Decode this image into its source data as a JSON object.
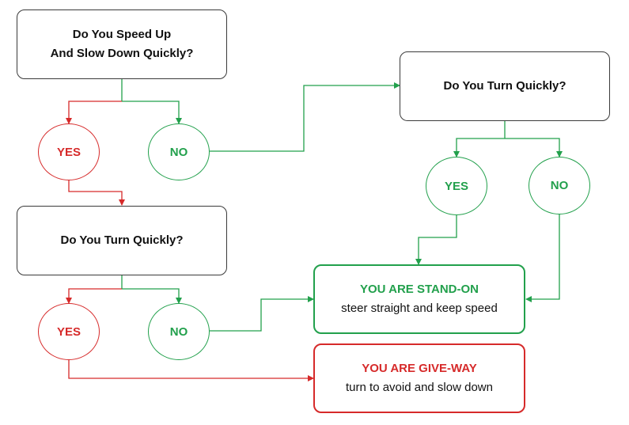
{
  "colors": {
    "red": "#d62a2a",
    "green": "#22a04c",
    "border": "#3a3a3a"
  },
  "q1": {
    "line1": "Do You Speed Up",
    "line2": "And Slow Down Quickly?"
  },
  "q2": {
    "text": "Do You Turn Quickly?"
  },
  "q3": {
    "text": "Do You Turn Quickly?"
  },
  "answers": {
    "yes": "YES",
    "no": "NO"
  },
  "standon": {
    "title": "YOU ARE STAND-ON",
    "subtitle": "steer straight and keep speed"
  },
  "giveway": {
    "title": "YOU ARE GIVE-WAY",
    "subtitle": "turn to avoid and slow down"
  }
}
